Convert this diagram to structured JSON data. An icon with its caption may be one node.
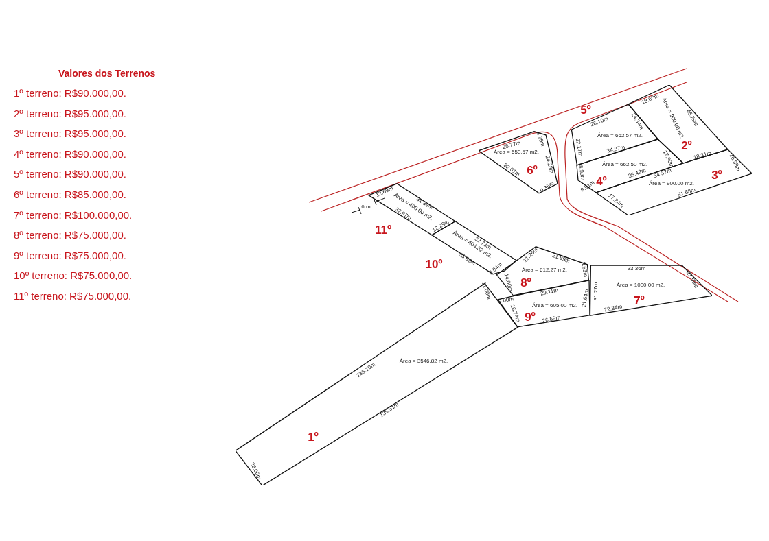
{
  "diagram": {
    "title": "Valores dos Terrenos",
    "nodes": [
      {
        "text": [
          "Área = 3546.82 m2.",
          "1º",
          "11.00m",
          "136.10m",
          "135.51m",
          "28.00m"
        ]
      },
      {
        "text": [
          "Área = 900.00 m2.",
          "2º",
          "18.60m",
          "45.29m",
          "18.31m"
        ]
      },
      {
        "text": [
          "3º",
          "Área = 900.00 m2.",
          "54.52m",
          "16.99m",
          "51.58m",
          "17.24m"
        ]
      },
      {
        "text": [
          "Área = 662.50 m2.",
          "4º",
          "17.80m",
          "8.99m",
          "9.91m",
          "36.42m"
        ]
      },
      {
        "text": [
          "5º",
          "Área = 662.57 m2.",
          "26.10m",
          "22.17m",
          "34.87m",
          "24.34m"
        ]
      },
      {
        "text": [
          "Área = 553.57 m2.",
          "6º",
          "25.77m",
          "3.75m",
          "24.28m",
          "32.01m",
          "9.35m"
        ]
      },
      {
        "text": [
          "Área = 1000.00 m2.",
          "7º",
          "33.36m",
          "31.27m",
          "21.59m",
          "72.34m"
        ]
      },
      {
        "text": [
          "Área = 612.27 m2.",
          "8º",
          "11.26m",
          "21.89m",
          "9.63m",
          "14.00m"
        ]
      },
      {
        "text": [
          "9º",
          "Área = 605.00 m2.",
          "29.11m",
          "9.00m",
          "21.64m",
          "16.74m",
          "26.59m"
        ]
      },
      {
        "text": [
          "10º",
          "Área = 404.32 m2.",
          "32.73m",
          "33.99m",
          "2.04m"
        ]
      },
      {
        "text": [
          "11º",
          "Área = 400.00 m2.",
          "12.69m",
          "31.34m",
          "32.97m",
          "12.29m"
        ]
      }
    ],
    "labels": [
      "1º terreno: R$90.000,00.",
      "2º terreno: R$95.000,00.",
      "3º terreno: R$95.000,00.",
      "4º terreno: R$90.000,00.",
      "5º terreno: R$90.000,00.",
      "6º terreno: R$85.000,00.",
      "7º terreno: R$100.000,00.",
      "8º terreno: R$75.000,00.",
      "9º terreno: R$75.000,00.",
      "10º terreno: R$75.000,00.",
      "11º terreno: R$75.000,00.",
      "6 m"
    ]
  }
}
